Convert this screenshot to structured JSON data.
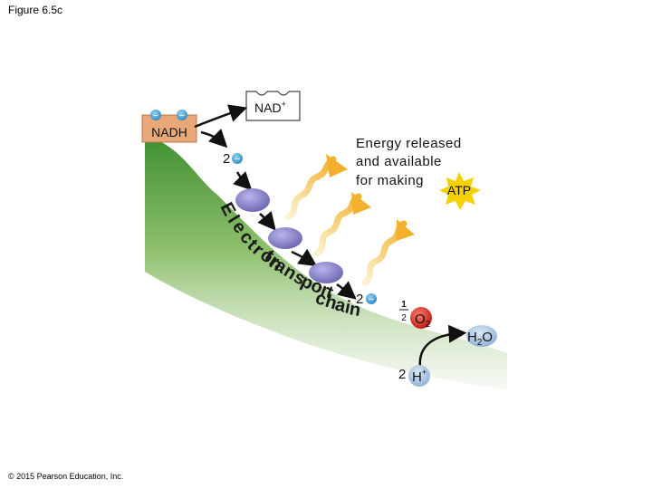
{
  "figure_label": "Figure 6.5c",
  "copyright": "© 2015 Pearson Education, Inc.",
  "labels": {
    "nadh": "NADH",
    "nad_plus": "NAD",
    "nad_sup": "+",
    "electron_count_top": "2",
    "electron_count_bottom": "2",
    "energy_line1": "Energy released",
    "energy_line2": "and available",
    "energy_line3": "for making",
    "atp": "ATP",
    "half_num": "1",
    "half_den": "2",
    "o2_main": "O",
    "o2_sub": "2",
    "h2o_h": "H",
    "h2o_sub": "2",
    "h2o_o": "O",
    "h_count": "2",
    "h_main": "H",
    "h_sup": "+",
    "chain_title": "Electron transport chain",
    "electron_sign": "−"
  },
  "colors": {
    "slope_green_dark": "#3f8f2f",
    "slope_green_light": "#eef3ea",
    "nadh_box": "#e8a878",
    "carrier_purple": "#8a86c9",
    "electron_blue": "#3aa5d6",
    "energy_wave": "#f2c24a",
    "atp_star": "#f7d000",
    "oxygen_red": "#d93025",
    "water_blue": "#8fb4d8",
    "hydrogen_blue": "#9bbcdc"
  }
}
